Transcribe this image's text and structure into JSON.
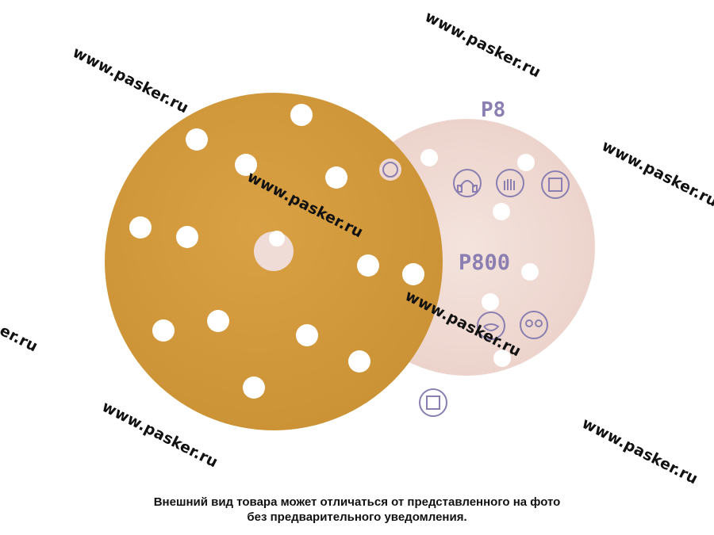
{
  "product": {
    "grit_label": "P800",
    "grit_label_partial": "P8",
    "colors": {
      "front_disc": "#d49a3d",
      "back_disc": "#f0dcd6",
      "back_print": "#8a7fb0"
    },
    "icons": [
      "face-mask-icon",
      "gloves-icon",
      "manual-icon",
      "ear-protection-icon",
      "goggles-icon"
    ]
  },
  "watermarks": [
    "www.pasker.ru",
    "www.pasker.ru",
    "www.pasker.ru",
    "www.pasker.ru",
    "www.pasker.ru",
    "www.pasker.ru",
    "er.ru",
    "www.pasker.ru"
  ],
  "disclaimer": {
    "line1": "Внешний вид товара может отличаться от представленного на фото",
    "line2": "без предварительного уведомления."
  }
}
